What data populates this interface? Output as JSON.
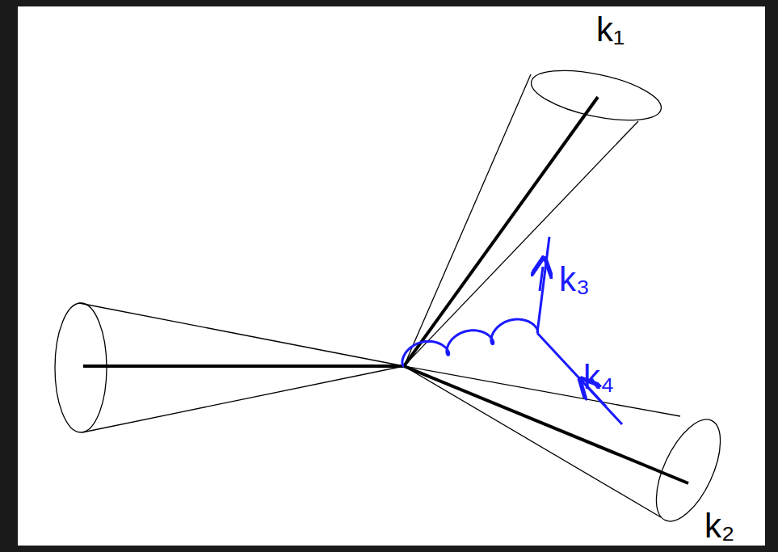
{
  "diagram": {
    "labels": [
      "k₁",
      "k₂",
      "k₃",
      "k₄"
    ]
  }
}
